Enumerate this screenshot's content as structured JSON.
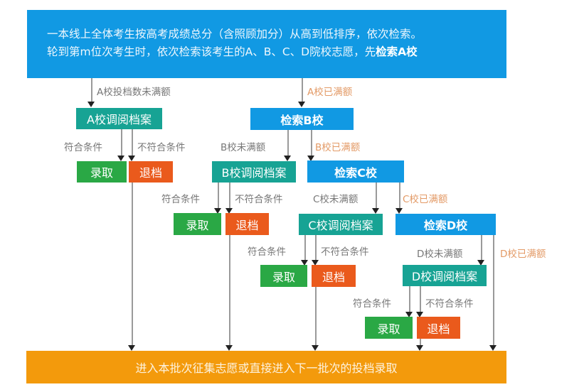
{
  "intro": {
    "line1": "一本线上全体考生按高考成绩总分（含照顾加分）从高到低排序，依次检索。",
    "line2_prefix": "轮到第m位次考生时，依次检索该考生的A、B、C、D院校志愿，先",
    "line2_bold": "检索A校"
  },
  "schools": {
    "A": {
      "not_full_label": "A校投档数未满额",
      "full_label": "A校已满额",
      "review": "A校调阅档案"
    },
    "B": {
      "search": "检索B校",
      "not_full_label": "B校未满额",
      "full_label": "B校已满额",
      "review": "B校调阅档案"
    },
    "C": {
      "search": "检索C校",
      "not_full_label": "C校未满额",
      "full_label": "C校已满额",
      "review": "C校调阅档案"
    },
    "D": {
      "search": "检索D校",
      "not_full_label": "D校未满额",
      "full_label": "D校已满额",
      "review": "D校调阅档案"
    }
  },
  "outcomes": {
    "meets": "符合条件",
    "not_meets": "不符合条件",
    "admit": "录取",
    "reject": "退档"
  },
  "final": "进入本批次征集志愿或直接进入下一批次的投档录取",
  "colors": {
    "search_blue": "#1199e3",
    "review_teal": "#17a394",
    "admit_green": "#2aa845",
    "reject_red": "#ea5a1c",
    "final_orange": "#f39a0c",
    "full_label": "#e39a66"
  }
}
